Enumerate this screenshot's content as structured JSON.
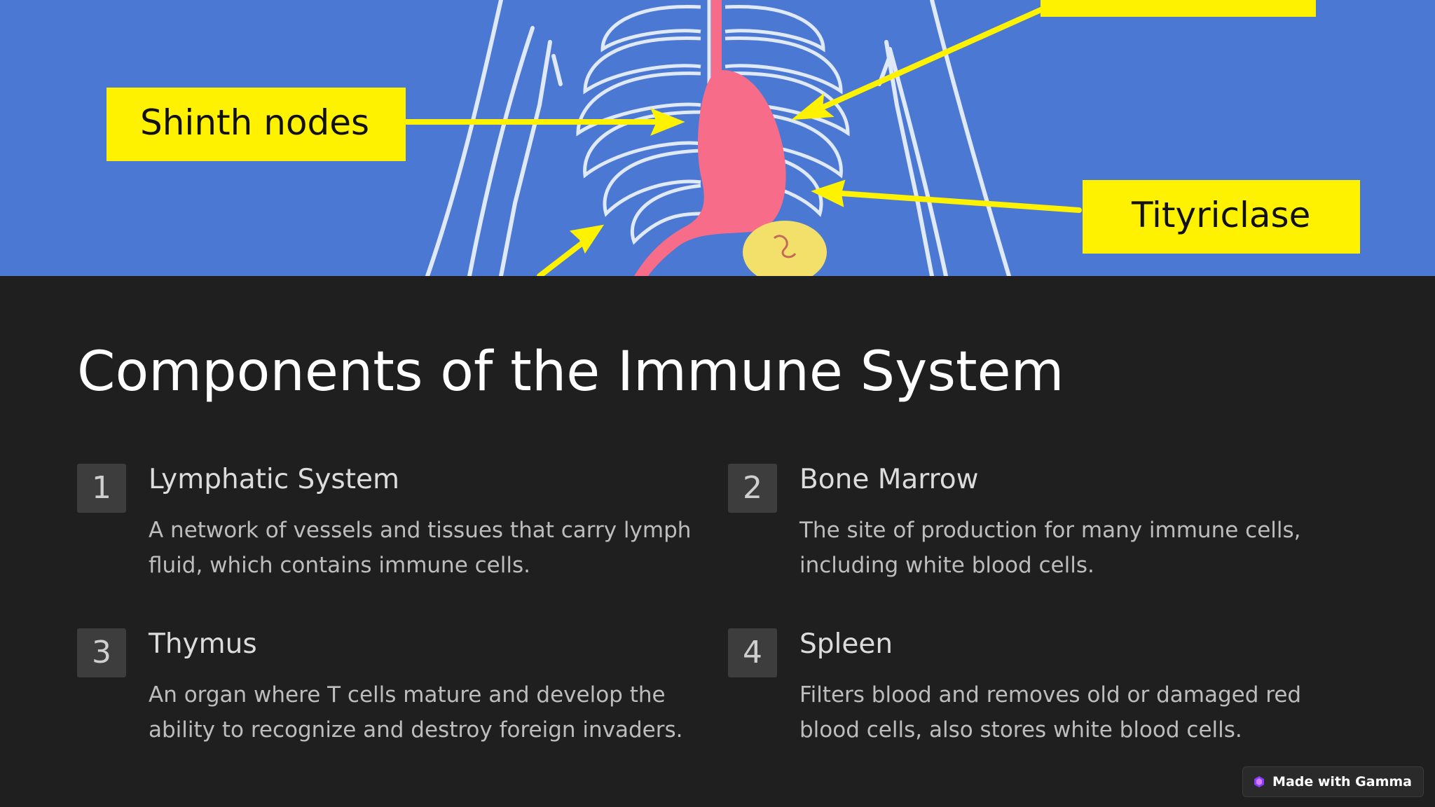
{
  "hero": {
    "labels": {
      "left": "Shinth nodes",
      "right": "Tityriclase"
    },
    "colors": {
      "background": "#4a78d2",
      "label_fill": "#fff200",
      "organ": "#f76c88",
      "outline": "#dfe9f7"
    }
  },
  "page": {
    "title": "Components of the Immune System"
  },
  "items": [
    {
      "number": "1",
      "title": "Lymphatic System",
      "description": "A network of vessels and tissues that carry lymph fluid, which contains immune cells."
    },
    {
      "number": "2",
      "title": "Bone Marrow",
      "description": "The site of production for many immune cells, including white blood cells."
    },
    {
      "number": "3",
      "title": "Thymus",
      "description": "An organ where T cells mature and develop the ability to recognize and destroy foreign invaders."
    },
    {
      "number": "4",
      "title": "Spleen",
      "description": "Filters blood and removes old or damaged red blood cells, also stores white blood cells."
    }
  ],
  "badge": {
    "label": "Made with Gamma",
    "icon": "gamma-logo-icon"
  },
  "theme": {
    "background": "#1f1f1f",
    "title_color": "#ffffff",
    "number_box": "#3d3d3d"
  }
}
